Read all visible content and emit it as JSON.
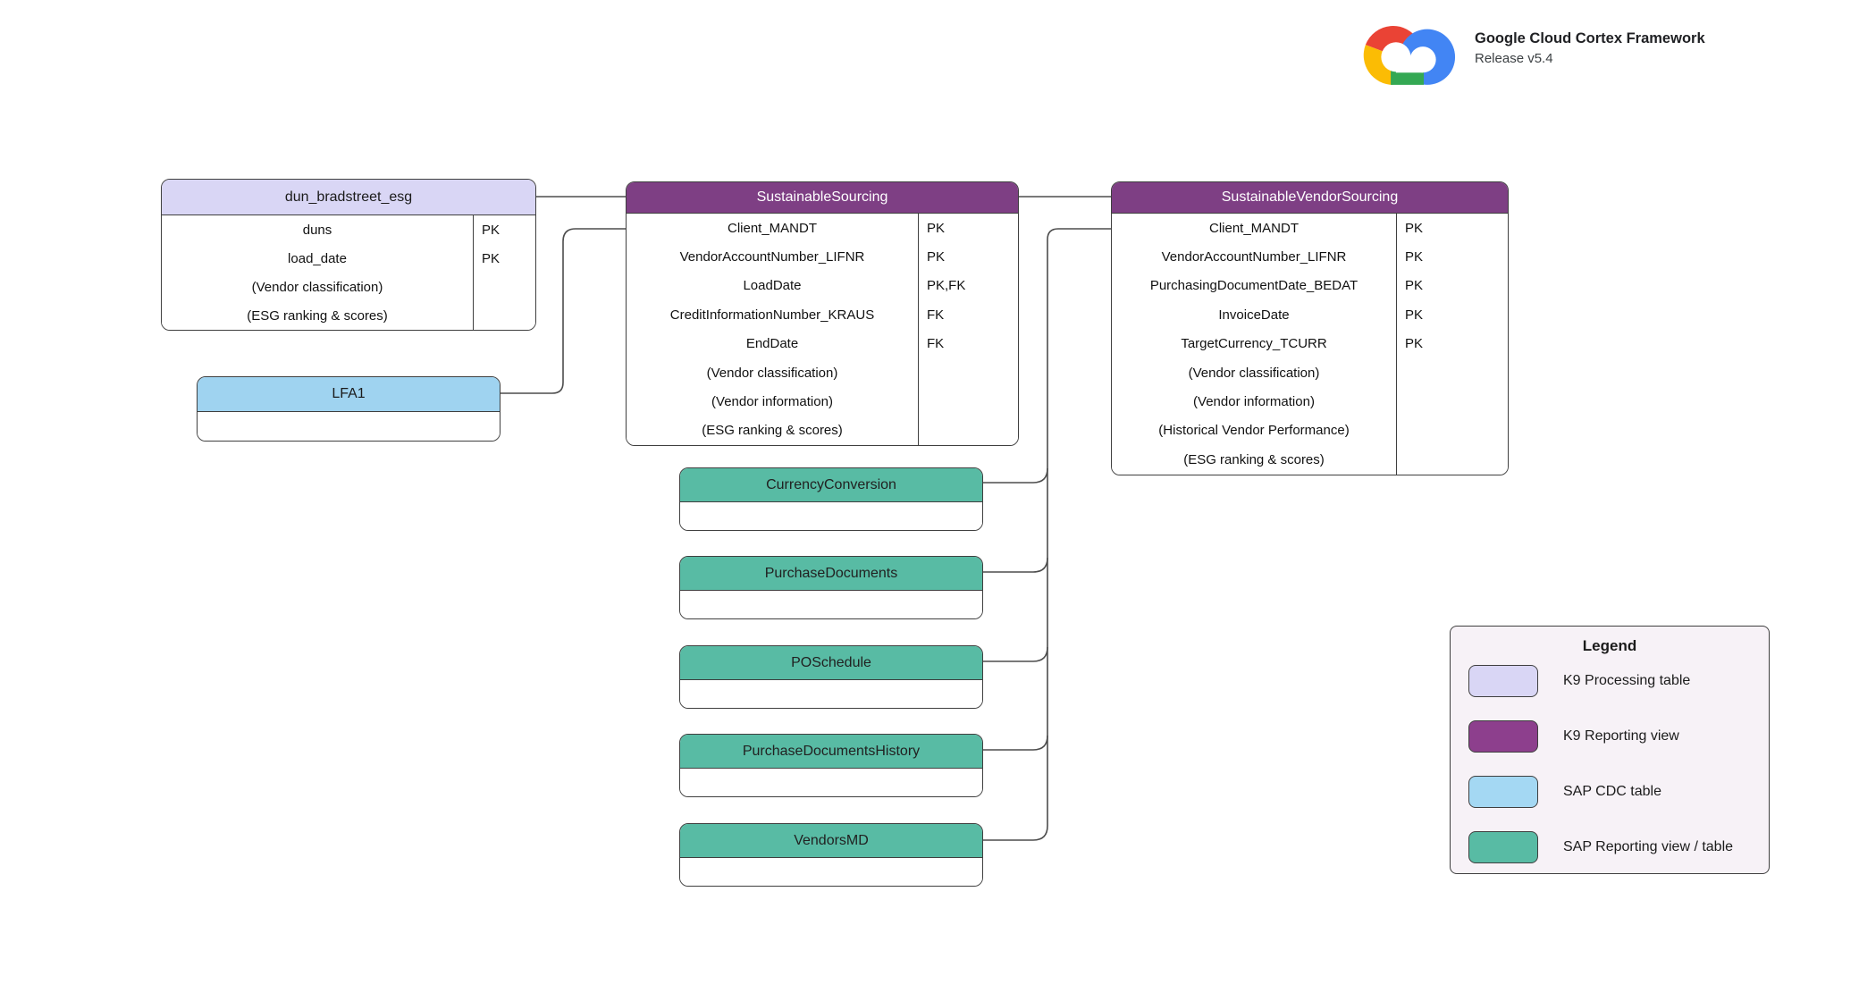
{
  "brand": {
    "title": "Google Cloud Cortex Framework",
    "subtitle": "Release v5.4",
    "logo": "google-cloud-logo",
    "logo_colors": {
      "red": "#EA4335",
      "yellow": "#FBBC04",
      "green": "#34A853",
      "blue": "#4285F4"
    }
  },
  "tables": [
    {
      "id": "dun_bradstreet_esg",
      "title": "dun_bradstreet_esg",
      "category": "K9 Processing table",
      "header_color": "#D9D6F5",
      "header_text_color": "#1b1b1b",
      "key_col": true,
      "rows": [
        {
          "name": "duns",
          "key": "PK"
        },
        {
          "name": "load_date",
          "key": "PK"
        },
        {
          "name": "(Vendor classification)",
          "key": ""
        },
        {
          "name": "(ESG ranking & scores)",
          "key": ""
        }
      ]
    },
    {
      "id": "lfa1",
      "title": "LFA1",
      "category": "SAP CDC table",
      "header_color": "#9FD3F0",
      "header_text_color": "#1b1b1b",
      "key_col": false,
      "rows": [
        {
          "name": "",
          "key": ""
        }
      ]
    },
    {
      "id": "sustainable_sourcing",
      "title": "SustainableSourcing",
      "category": "K9 Reporting view",
      "header_color": "#7E3F84",
      "header_text_color": "#FFFFFF",
      "key_col": true,
      "rows": [
        {
          "name": "Client_MANDT",
          "key": "PK"
        },
        {
          "name": "VendorAccountNumber_LIFNR",
          "key": "PK"
        },
        {
          "name": "LoadDate",
          "key": "PK,FK"
        },
        {
          "name": "CreditInformationNumber_KRAUS",
          "key": "FK"
        },
        {
          "name": "EndDate",
          "key": "FK"
        },
        {
          "name": "(Vendor classification)",
          "key": ""
        },
        {
          "name": "(Vendor information)",
          "key": ""
        },
        {
          "name": "(ESG ranking & scores)",
          "key": ""
        }
      ]
    },
    {
      "id": "sustainable_vendor_sourcing",
      "title": "SustainableVendorSourcing",
      "category": "K9 Reporting view",
      "header_color": "#7E3F84",
      "header_text_color": "#FFFFFF",
      "key_col": true,
      "rows": [
        {
          "name": "Client_MANDT",
          "key": "PK"
        },
        {
          "name": "VendorAccountNumber_LIFNR",
          "key": "PK"
        },
        {
          "name": "PurchasingDocumentDate_BEDAT",
          "key": "PK"
        },
        {
          "name": "InvoiceDate",
          "key": "PK"
        },
        {
          "name": "TargetCurrency_TCURR",
          "key": "PK"
        },
        {
          "name": "(Vendor classification)",
          "key": ""
        },
        {
          "name": "(Vendor information)",
          "key": ""
        },
        {
          "name": "(Historical Vendor Performance)",
          "key": ""
        },
        {
          "name": "(ESG ranking & scores)",
          "key": ""
        }
      ]
    },
    {
      "id": "currency_conversion",
      "title": "CurrencyConversion",
      "category": "SAP Reporting view / table",
      "header_color": "#58BBA4",
      "header_text_color": "#212121",
      "key_col": false,
      "rows": [
        {
          "name": "",
          "key": ""
        }
      ]
    },
    {
      "id": "purchase_documents",
      "title": "PurchaseDocuments",
      "category": "SAP Reporting view / table",
      "header_color": "#58BBA4",
      "header_text_color": "#212121",
      "key_col": false,
      "rows": [
        {
          "name": "",
          "key": ""
        }
      ]
    },
    {
      "id": "po_schedule",
      "title": "POSchedule",
      "category": "SAP Reporting view / table",
      "header_color": "#58BBA4",
      "header_text_color": "#212121",
      "key_col": false,
      "rows": [
        {
          "name": "",
          "key": ""
        }
      ]
    },
    {
      "id": "purchase_documents_history",
      "title": "PurchaseDocumentsHistory",
      "category": "SAP Reporting view / table",
      "header_color": "#58BBA4",
      "header_text_color": "#212121",
      "key_col": false,
      "rows": [
        {
          "name": "",
          "key": ""
        }
      ]
    },
    {
      "id": "vendors_md",
      "title": "VendorsMD",
      "category": "SAP Reporting view / table",
      "header_color": "#58BBA4",
      "header_text_color": "#212121",
      "key_col": false,
      "rows": [
        {
          "name": "",
          "key": ""
        }
      ]
    }
  ],
  "legend": {
    "title": "Legend",
    "items": [
      {
        "label": "K9 Processing table",
        "color": "#D9D6F5"
      },
      {
        "label": "K9 Reporting view",
        "color": "#8D3F8D"
      },
      {
        "label": "SAP CDC table",
        "color": "#A4D8F3"
      },
      {
        "label": "SAP Reporting view / table",
        "color": "#58BBA4"
      }
    ]
  },
  "connector_color": "#4d4d4d"
}
